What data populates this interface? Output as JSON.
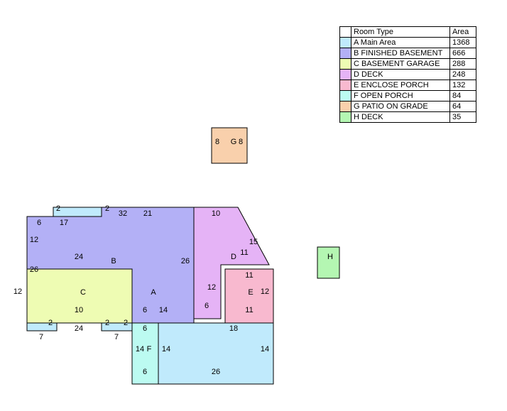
{
  "legend": {
    "header": {
      "type": "Room Type",
      "area": "Area"
    },
    "rows": [
      {
        "label": "A Main Area",
        "area": "1368",
        "color": "#c0eafc"
      },
      {
        "label": "B FINISHED BASEMENT",
        "area": "666",
        "color": "#b3b0f6"
      },
      {
        "label": "C BASEMENT GARAGE",
        "area": "288",
        "color": "#eefcb3"
      },
      {
        "label": "D DECK",
        "area": "248",
        "color": "#e5b3f6"
      },
      {
        "label": "E ENCLOSE PORCH",
        "area": "132",
        "color": "#f8b9cf"
      },
      {
        "label": "F OPEN PORCH",
        "area": "84",
        "color": "#bcfbf1"
      },
      {
        "label": "G PATIO ON GRADE",
        "area": "64",
        "color": "#f9d0ac"
      },
      {
        "label": "H DECK",
        "area": "35",
        "color": "#b4f6b2"
      }
    ]
  },
  "rooms": {
    "A": {
      "label": "A"
    },
    "B": {
      "label": "B"
    },
    "C": {
      "label": "C"
    },
    "D": {
      "label": "D"
    },
    "E": {
      "label": "E"
    },
    "F": {
      "label": "F"
    },
    "G": {
      "label": "G"
    },
    "H": {
      "label": "H"
    }
  },
  "dims": {
    "b_top_left_2": "2",
    "b_top_right_2": "2",
    "b_32": "32",
    "b_21": "21",
    "b_6": "6",
    "b_17": "17",
    "b_12": "12",
    "b_24": "24",
    "b_26_left": "26",
    "b_26_right": "26",
    "d_10": "10",
    "d_15": "15",
    "d_11": "11",
    "d_12": "12",
    "d_6": "6",
    "e_11_top": "11",
    "e_12": "12",
    "e_11_bottom": "11",
    "c_12": "12",
    "c_10": "10",
    "c_2_left": "2",
    "c_24": "24",
    "c_2_mid": "2",
    "c_2_right": "2",
    "c_7_left": "7",
    "c_7_right": "7",
    "a_6": "6",
    "a_14": "14",
    "f_6_top": "6",
    "f_14": "14",
    "f_6_bottom": "6",
    "a_14_left": "14",
    "a_18": "18",
    "a_14_right": "14",
    "a_26": "26",
    "g_8_left": "8",
    "g_8_right": "8"
  }
}
